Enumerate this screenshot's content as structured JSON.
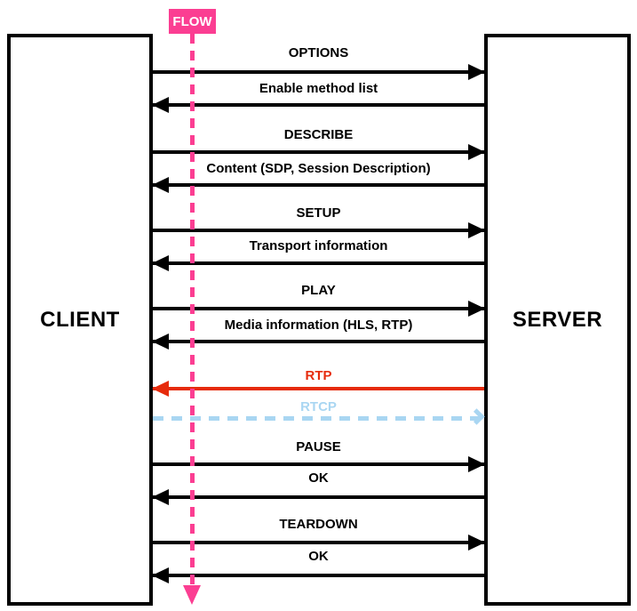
{
  "title": "RTSP client-server message flow diagram",
  "flow": {
    "label": "FLOW",
    "color": "#fb3e92"
  },
  "actors": {
    "client": {
      "label": "CLIENT"
    },
    "server": {
      "label": "SERVER"
    }
  },
  "colors": {
    "arrow_default": "#000000",
    "rtp_red": "#e62b0c",
    "rtcp_blue": "#a9d6f2",
    "flow_pink": "#fb3e92"
  },
  "messages": [
    {
      "label": "OPTIONS",
      "direction": "right",
      "style": "solid-black"
    },
    {
      "label": "Enable method list",
      "direction": "left",
      "style": "solid-black"
    },
    {
      "label": "DESCRIBE",
      "direction": "right",
      "style": "solid-black"
    },
    {
      "label": "Content (SDP, Session Description)",
      "direction": "left",
      "style": "solid-black"
    },
    {
      "label": "SETUP",
      "direction": "right",
      "style": "solid-black"
    },
    {
      "label": "Transport information",
      "direction": "left",
      "style": "solid-black"
    },
    {
      "label": "PLAY",
      "direction": "right",
      "style": "solid-black"
    },
    {
      "label": "Media information (HLS, RTP)",
      "direction": "left",
      "style": "solid-black"
    },
    {
      "label": "RTP",
      "direction": "left",
      "style": "solid-red",
      "color": "#e62b0c"
    },
    {
      "label": "RTCP",
      "direction": "right",
      "style": "dashed-blue",
      "color": "#a9d6f2"
    },
    {
      "label": "PAUSE",
      "direction": "right",
      "style": "solid-black"
    },
    {
      "label": "OK",
      "direction": "left",
      "style": "solid-black"
    },
    {
      "label": "TEARDOWN",
      "direction": "right",
      "style": "solid-black"
    },
    {
      "label": "OK",
      "direction": "left",
      "style": "solid-black"
    }
  ]
}
